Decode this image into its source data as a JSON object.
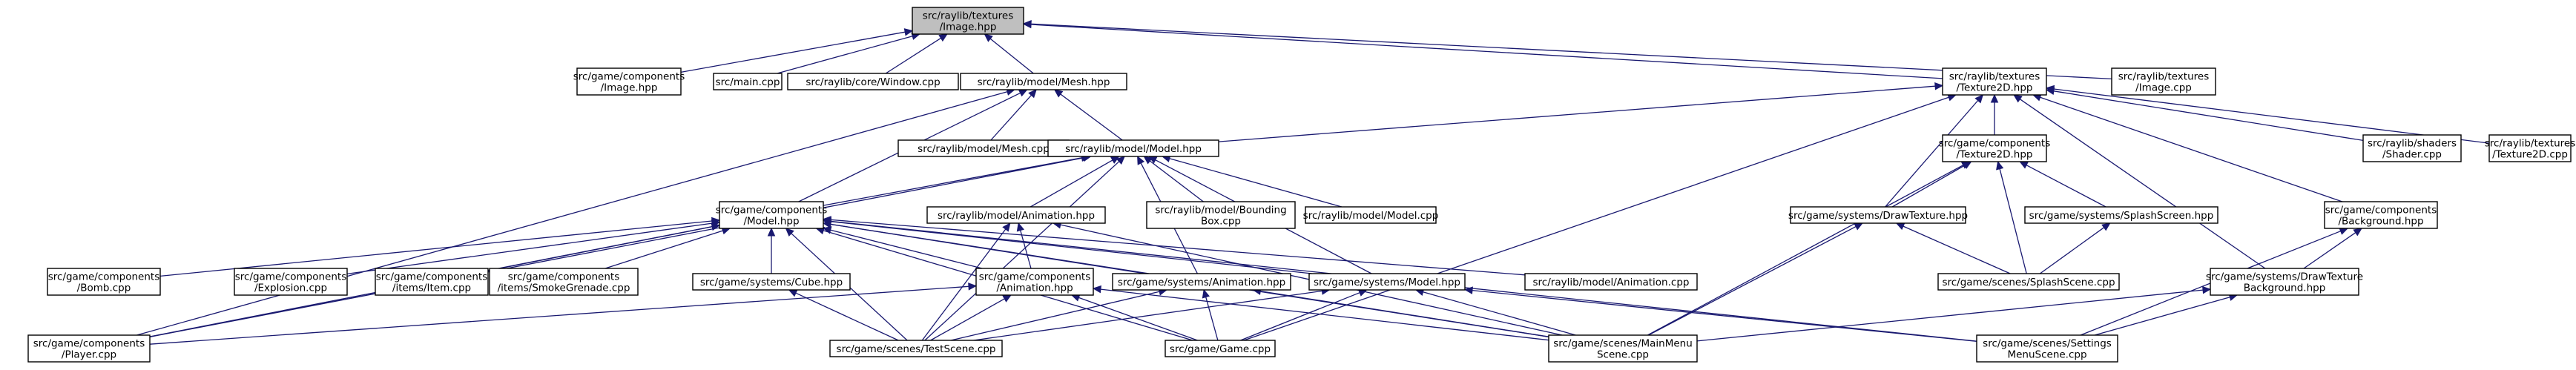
{
  "graph": {
    "title": "",
    "colors": {
      "edge": "#191970",
      "root_fill": "#bfbfbf",
      "node_fill": "#ffffff",
      "node_border": "#000000"
    },
    "nodes": [
      {
        "id": "image_hpp",
        "lines": [
          "src/raylib/textures",
          "/Image.hpp"
        ],
        "root": true
      },
      {
        "id": "comp_image_hpp",
        "lines": [
          "src/game/components",
          "/Image.hpp"
        ]
      },
      {
        "id": "main_cpp",
        "lines": [
          "src/main.cpp"
        ]
      },
      {
        "id": "window_cpp",
        "lines": [
          "src/raylib/core/Window.cpp"
        ]
      },
      {
        "id": "mesh_hpp",
        "lines": [
          "src/raylib/model/Mesh.hpp"
        ]
      },
      {
        "id": "texture2d_hpp",
        "lines": [
          "src/raylib/textures",
          "/Texture2D.hpp"
        ]
      },
      {
        "id": "image_cpp",
        "lines": [
          "src/raylib/textures",
          "/Image.cpp"
        ]
      },
      {
        "id": "mesh_cpp",
        "lines": [
          "src/raylib/model/Mesh.cpp"
        ]
      },
      {
        "id": "model_hpp",
        "lines": [
          "src/raylib/model/Model.hpp"
        ]
      },
      {
        "id": "comp_texture2d_hpp",
        "lines": [
          "src/game/components",
          "/Texture2D.hpp"
        ]
      },
      {
        "id": "shader_cpp",
        "lines": [
          "src/raylib/shaders",
          "/Shader.cpp"
        ]
      },
      {
        "id": "texture2d_cpp",
        "lines": [
          "src/raylib/textures",
          "/Texture2D.cpp"
        ]
      },
      {
        "id": "comp_model_hpp",
        "lines": [
          "src/game/components",
          "/Model.hpp"
        ]
      },
      {
        "id": "animation_hpp",
        "lines": [
          "src/raylib/model/Animation.hpp"
        ]
      },
      {
        "id": "bounding_box_cpp",
        "lines": [
          "src/raylib/model/Bounding",
          "Box.cpp"
        ]
      },
      {
        "id": "model_cpp",
        "lines": [
          "src/raylib/model/Model.cpp"
        ]
      },
      {
        "id": "drawtexture_hpp",
        "lines": [
          "src/game/systems/DrawTexture.hpp"
        ]
      },
      {
        "id": "splashscreen_hpp",
        "lines": [
          "src/game/systems/SplashScreen.hpp"
        ]
      },
      {
        "id": "comp_background_hpp",
        "lines": [
          "src/game/components",
          "/Background.hpp"
        ]
      },
      {
        "id": "bomb_cpp",
        "lines": [
          "src/game/components",
          "/Bomb.cpp"
        ]
      },
      {
        "id": "explosion_cpp",
        "lines": [
          "src/game/components",
          "/Explosion.cpp"
        ]
      },
      {
        "id": "item_cpp",
        "lines": [
          "src/game/components",
          "/items/Item.cpp"
        ]
      },
      {
        "id": "smokegrenade_cpp",
        "lines": [
          "src/game/components",
          "/items/SmokeGrenade.cpp"
        ]
      },
      {
        "id": "cube_hpp",
        "lines": [
          "src/game/systems/Cube.hpp"
        ]
      },
      {
        "id": "comp_animation_hpp",
        "lines": [
          "src/game/components",
          "/Animation.hpp"
        ]
      },
      {
        "id": "sys_animation_hpp",
        "lines": [
          "src/game/systems/Animation.hpp"
        ]
      },
      {
        "id": "sys_model_hpp",
        "lines": [
          "src/game/systems/Model.hpp"
        ]
      },
      {
        "id": "animation_cpp",
        "lines": [
          "src/raylib/model/Animation.cpp"
        ]
      },
      {
        "id": "splashscene_cpp",
        "lines": [
          "src/game/scenes/SplashScene.cpp"
        ]
      },
      {
        "id": "drawtexture_bg_hpp",
        "lines": [
          "src/game/systems/DrawTexture",
          "Background.hpp"
        ]
      },
      {
        "id": "player_cpp",
        "lines": [
          "src/game/components",
          "/Player.cpp"
        ]
      },
      {
        "id": "testscene_cpp",
        "lines": [
          "src/game/scenes/TestScene.cpp"
        ]
      },
      {
        "id": "game_cpp",
        "lines": [
          "src/game/Game.cpp"
        ]
      },
      {
        "id": "mainmenu_cpp",
        "lines": [
          "src/game/scenes/MainMenu",
          "Scene.cpp"
        ]
      },
      {
        "id": "settings_cpp",
        "lines": [
          "src/game/scenes/Settings",
          "MenuScene.cpp"
        ]
      }
    ],
    "edges": [
      [
        "image_hpp",
        "comp_image_hpp"
      ],
      [
        "image_hpp",
        "main_cpp"
      ],
      [
        "image_hpp",
        "window_cpp"
      ],
      [
        "image_hpp",
        "mesh_hpp"
      ],
      [
        "image_hpp",
        "texture2d_hpp"
      ],
      [
        "image_hpp",
        "image_cpp"
      ],
      [
        "mesh_hpp",
        "mesh_cpp"
      ],
      [
        "mesh_hpp",
        "model_hpp"
      ],
      [
        "mesh_hpp",
        "comp_model_hpp"
      ],
      [
        "mesh_hpp",
        "player_cpp"
      ],
      [
        "texture2d_hpp",
        "model_hpp"
      ],
      [
        "texture2d_hpp",
        "comp_texture2d_hpp"
      ],
      [
        "texture2d_hpp",
        "shader_cpp"
      ],
      [
        "texture2d_hpp",
        "texture2d_cpp"
      ],
      [
        "texture2d_hpp",
        "drawtexture_hpp"
      ],
      [
        "texture2d_hpp",
        "comp_background_hpp"
      ],
      [
        "texture2d_hpp",
        "drawtexture_bg_hpp"
      ],
      [
        "texture2d_hpp",
        "game_cpp"
      ],
      [
        "model_hpp",
        "comp_model_hpp"
      ],
      [
        "model_hpp",
        "animation_hpp"
      ],
      [
        "model_hpp",
        "bounding_box_cpp"
      ],
      [
        "model_hpp",
        "model_cpp"
      ],
      [
        "model_hpp",
        "sys_animation_hpp"
      ],
      [
        "model_hpp",
        "sys_model_hpp"
      ],
      [
        "model_hpp",
        "testscene_cpp"
      ],
      [
        "model_hpp",
        "player_cpp"
      ],
      [
        "comp_texture2d_hpp",
        "drawtexture_hpp"
      ],
      [
        "comp_texture2d_hpp",
        "splashscreen_hpp"
      ],
      [
        "comp_texture2d_hpp",
        "splashscene_cpp"
      ],
      [
        "comp_texture2d_hpp",
        "mainmenu_cpp"
      ],
      [
        "comp_model_hpp",
        "bomb_cpp"
      ],
      [
        "comp_model_hpp",
        "explosion_cpp"
      ],
      [
        "comp_model_hpp",
        "item_cpp"
      ],
      [
        "comp_model_hpp",
        "smokegrenade_cpp"
      ],
      [
        "comp_model_hpp",
        "cube_hpp"
      ],
      [
        "comp_model_hpp",
        "comp_animation_hpp"
      ],
      [
        "comp_model_hpp",
        "sys_animation_hpp"
      ],
      [
        "comp_model_hpp",
        "sys_model_hpp"
      ],
      [
        "comp_model_hpp",
        "animation_cpp"
      ],
      [
        "comp_model_hpp",
        "player_cpp"
      ],
      [
        "comp_model_hpp",
        "testscene_cpp"
      ],
      [
        "comp_model_hpp",
        "game_cpp"
      ],
      [
        "comp_model_hpp",
        "mainmenu_cpp"
      ],
      [
        "comp_model_hpp",
        "settings_cpp"
      ],
      [
        "animation_hpp",
        "comp_animation_hpp"
      ],
      [
        "animation_hpp",
        "testscene_cpp"
      ],
      [
        "animation_hpp",
        "mainmenu_cpp"
      ],
      [
        "drawtexture_hpp",
        "splashscene_cpp"
      ],
      [
        "drawtexture_hpp",
        "mainmenu_cpp"
      ],
      [
        "splashscreen_hpp",
        "splashscene_cpp"
      ],
      [
        "comp_background_hpp",
        "drawtexture_bg_hpp"
      ],
      [
        "comp_background_hpp",
        "settings_cpp"
      ],
      [
        "cube_hpp",
        "testscene_cpp"
      ],
      [
        "comp_animation_hpp",
        "testscene_cpp"
      ],
      [
        "comp_animation_hpp",
        "game_cpp"
      ],
      [
        "comp_animation_hpp",
        "player_cpp"
      ],
      [
        "comp_animation_hpp",
        "mainmenu_cpp"
      ],
      [
        "sys_animation_hpp",
        "testscene_cpp"
      ],
      [
        "sys_animation_hpp",
        "game_cpp"
      ],
      [
        "sys_animation_hpp",
        "mainmenu_cpp"
      ],
      [
        "sys_model_hpp",
        "testscene_cpp"
      ],
      [
        "sys_model_hpp",
        "game_cpp"
      ],
      [
        "sys_model_hpp",
        "mainmenu_cpp"
      ],
      [
        "sys_model_hpp",
        "settings_cpp"
      ],
      [
        "drawtexture_bg_hpp",
        "mainmenu_cpp"
      ],
      [
        "drawtexture_bg_hpp",
        "settings_cpp"
      ]
    ]
  }
}
